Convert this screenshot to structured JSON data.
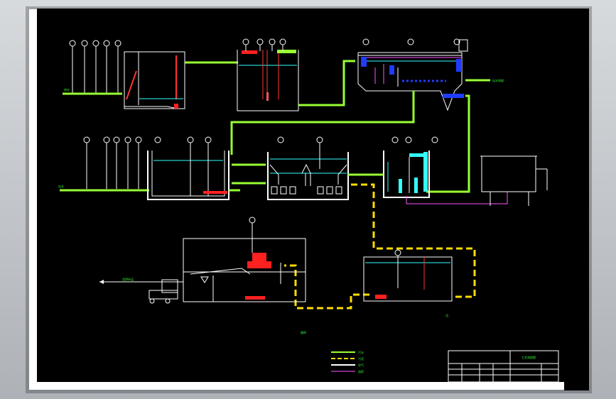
{
  "colors": {
    "background": "#000000",
    "sludge_line": "#ffdd00",
    "water_line": "#99ff33",
    "air_line": "#ff55ff",
    "equipment_red": "#ff2020",
    "level_cyan": "#33ffff",
    "label_green": "#33ff33",
    "blue_equipment": "#1f3cff"
  },
  "annotations": {
    "inlet_label": "进水",
    "outlet_top_right": "出水排放",
    "effluent_left": "出水",
    "sludge_out": "泥饼外运",
    "notes_heading": "注：",
    "title_block_title": "工艺流程图"
  },
  "legend": {
    "heading": "图例",
    "items": [
      {
        "label": "污水",
        "color": "#99ff33",
        "style": "solid"
      },
      {
        "label": "污泥",
        "color": "#ffdd00",
        "style": "dashed"
      },
      {
        "label": "空气",
        "color": "#ffffff",
        "style": "solid"
      },
      {
        "label": "加药",
        "color": "#ff55ff",
        "style": "solid"
      }
    ]
  }
}
